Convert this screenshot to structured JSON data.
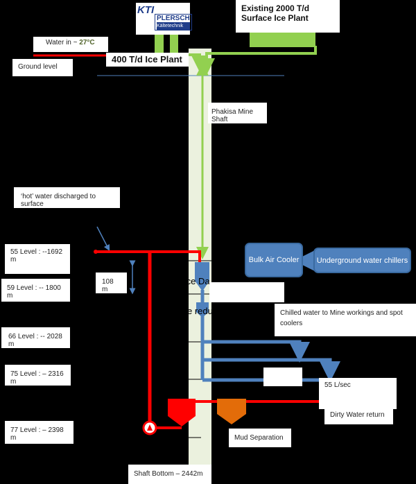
{
  "logo": {
    "text1": "KTI",
    "text2": "PLERSCH",
    "text3": "Kältetechnik"
  },
  "existing_plant": "Existing 2000 T/d Surface Ice Plant",
  "water_in": {
    "label": "Water in ~",
    "temp": "27°C"
  },
  "ice_plant_400": "400 T/d Ice Plant",
  "ground_level": "Ground level",
  "shaft": "Phakisa Mine Shaft",
  "hot_water": "‘hot’ water discharged to surface",
  "levels": [
    "55 Level : --1692 m",
    "59 Level : -- 1800 m",
    "66 Level : -- 2028 m",
    "75 Level : – 2316 m",
    "77 Level : – 2398 m"
  ],
  "distance": "108 m",
  "ice_dam": "Ice Da",
  "pressure_reducer": "e redu",
  "bulk_air_cooler": "Bulk Air Cooler",
  "underground_chillers": "Underground water chillers",
  "chilled_water": "Chilled water to Mine workings and spot coolers",
  "flow": "55 L/sec",
  "dirty_water": "Dirty Water return",
  "mud": "Mud Separation",
  "shaft_bottom": "Shaft Bottom – 2442m",
  "colors": {
    "hot": "#ff0000",
    "ice": "#92d050",
    "chilled": "#4f81bd",
    "mud": "#e36c09",
    "shaft": "#ebf1de"
  }
}
